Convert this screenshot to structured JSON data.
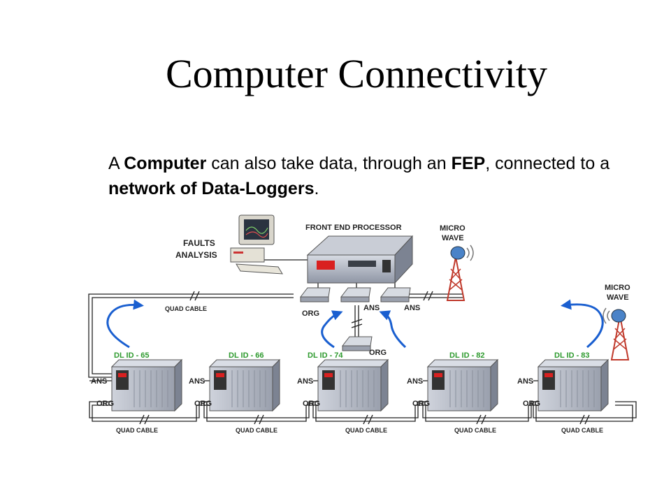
{
  "slide": {
    "title": "Computer Connectivity",
    "body": {
      "t1": "A ",
      "b1": "Computer",
      "t2": " can also take data, through an ",
      "b2": "FEP",
      "t3": ", connected to a ",
      "b3": "network of Data-Loggers",
      "t4": "."
    }
  },
  "diagram": {
    "faults_analysis": [
      "FAULTS",
      "ANALYSIS"
    ],
    "fep_label": "FRONT END PROCESSOR",
    "microwave_label": [
      "MICRO",
      "WAVE"
    ],
    "quad_cable": "QUAD CABLE",
    "org": "ORG",
    "ans": "ANS",
    "loggers": [
      "DL ID - 65",
      "DL ID - 66",
      "DL ID - 74",
      "DL ID - 82",
      "DL ID - 83"
    ],
    "colors": {
      "logger_label": "#2e9a2e",
      "arrow": "#1a5fd0",
      "tower": "#c0392b",
      "fep_display": "#d92020"
    }
  }
}
